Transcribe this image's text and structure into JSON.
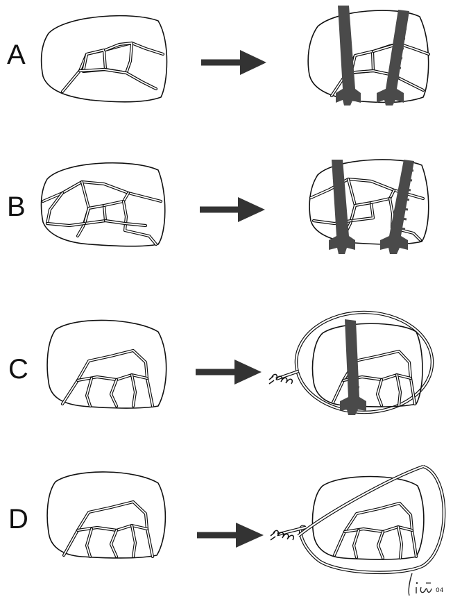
{
  "rows": [
    {
      "label": "A",
      "technique": "two-screws"
    },
    {
      "label": "B",
      "technique": "two-screws"
    },
    {
      "label": "C",
      "technique": "screw-and-cerclage-wire"
    },
    {
      "label": "D",
      "technique": "cerclage-wire"
    }
  ],
  "signature": {
    "text": "liu",
    "year": "04"
  },
  "colors": {
    "line": "#111111",
    "arrow": "#333333",
    "implant": "#4a4a4a",
    "background": "#ffffff"
  }
}
